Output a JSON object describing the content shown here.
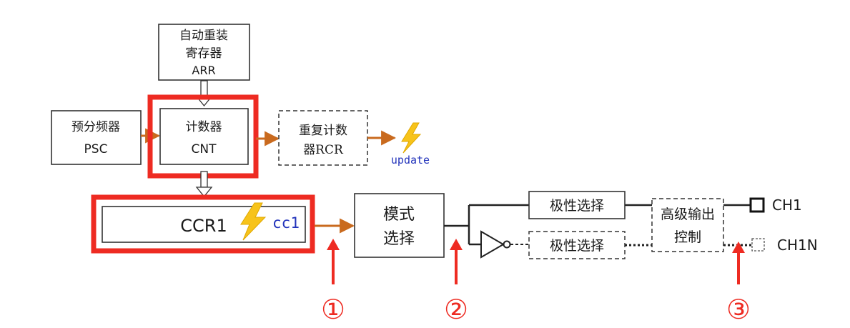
{
  "blocks": {
    "arr": {
      "line1": "自动重装",
      "line2": "寄存器",
      "line3": "ARR"
    },
    "psc": {
      "line1": "预分频器",
      "line2": "PSC"
    },
    "cnt": {
      "line1": "计数器",
      "line2": "CNT"
    },
    "rcr": {
      "line1": "重复计数",
      "line2": "器RCR"
    },
    "ccr": {
      "label": "CCR1"
    },
    "mode": {
      "line1": "模式",
      "line2": "选择"
    },
    "polarity_main": {
      "label": "极性选择"
    },
    "polarity_comp": {
      "label": "极性选择"
    },
    "high_level": {
      "line1": "高级输出",
      "line2": "控制"
    }
  },
  "events": {
    "update": "update",
    "cc1": "cc1"
  },
  "outputs": {
    "ch1": "CH1",
    "ch1n": "CH1N"
  },
  "markers": [
    "①",
    "②",
    "③"
  ],
  "colors": {
    "highlight": "#ee2b22",
    "signal_arrow": "#c96a1e",
    "event_text": "#2233bb",
    "lightning": "#f7c31a",
    "box_stroke": "#333333"
  },
  "icons": {
    "update_event": "lightning-icon",
    "cc1_event": "lightning-icon",
    "inverter": "inverter-icon"
  }
}
